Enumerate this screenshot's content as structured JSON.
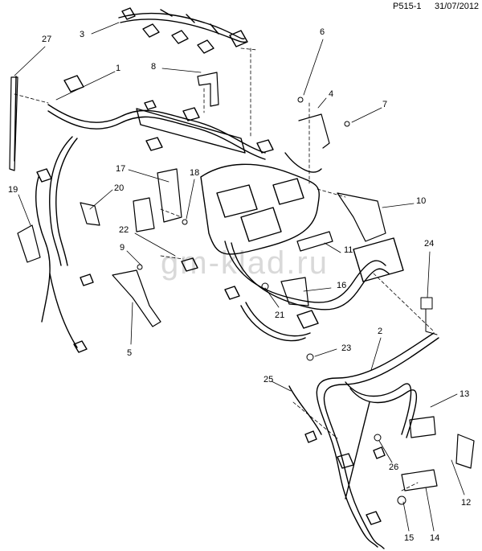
{
  "header": {
    "code": "P515-1",
    "date": "31/07/2012"
  },
  "watermark": "gm-klad.ru",
  "callouts": [
    "27",
    "3",
    "1",
    "8",
    "6",
    "4",
    "7",
    "17",
    "18",
    "19",
    "20",
    "10",
    "22",
    "9",
    "11",
    "24",
    "16",
    "21",
    "5",
    "2",
    "23",
    "25",
    "13",
    "26",
    "12",
    "15",
    "14"
  ]
}
